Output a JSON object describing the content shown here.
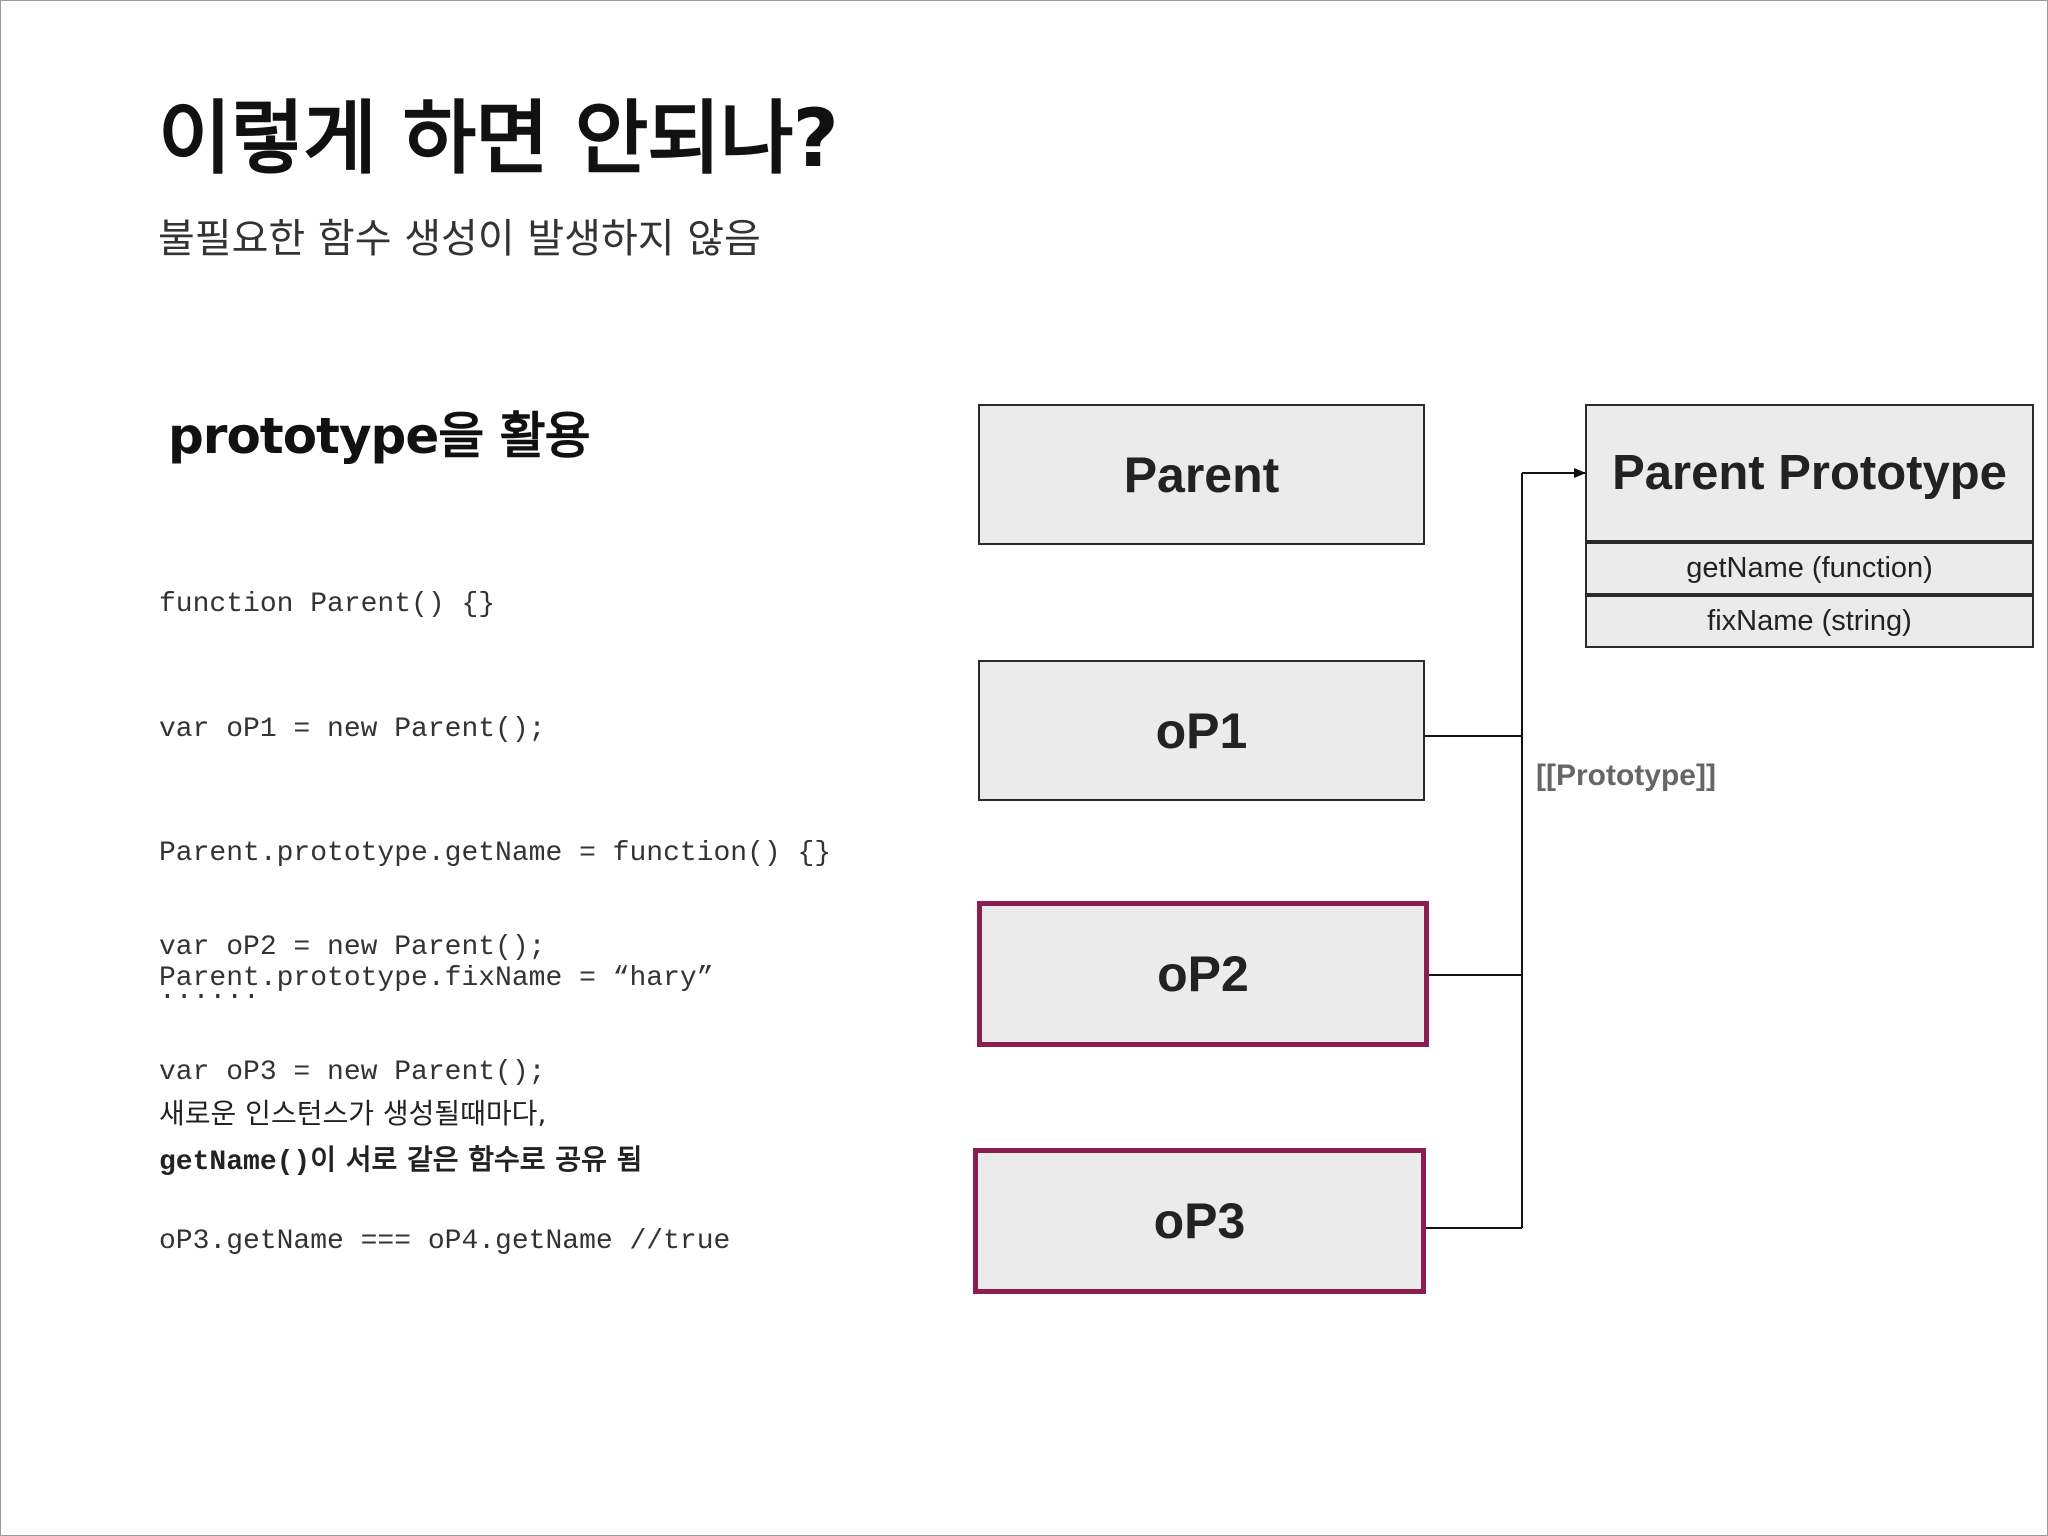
{
  "title": "이렇게 하면 안되나?",
  "subtitle": "불필요한 함수 생성이 발생하지 않음",
  "section_heading": "prototype을 활용",
  "code_block_1": [
    "function Parent() {}",
    "var oP1 = new Parent();",
    "Parent.prototype.getName = function() {}",
    "Parent.prototype.fixName = “hary”"
  ],
  "code_block_2": [
    "var oP2 = new Parent();",
    "var oP3 = new Parent();"
  ],
  "ellipsis": "......",
  "note": {
    "line1": "새로운 인스턴스가 생성될때마다,",
    "line2_code": "getName()",
    "line2_text": "이 서로 같은 함수로 공유 됨"
  },
  "comparison_code": "oP3.getName === oP4.getName //true",
  "diagram": {
    "boxes": {
      "parent": "Parent",
      "op1": "oP1",
      "op2": "oP2",
      "op3": "oP3"
    },
    "prototype_box": {
      "title": "Parent Prototype",
      "members": [
        "getName (function)",
        "fixName (string)"
      ]
    },
    "link_label": "[[Prototype]]",
    "colors": {
      "highlight_border": "#8a1e50",
      "box_fill": "#ebebeb",
      "box_border": "#2a2a2a"
    }
  }
}
